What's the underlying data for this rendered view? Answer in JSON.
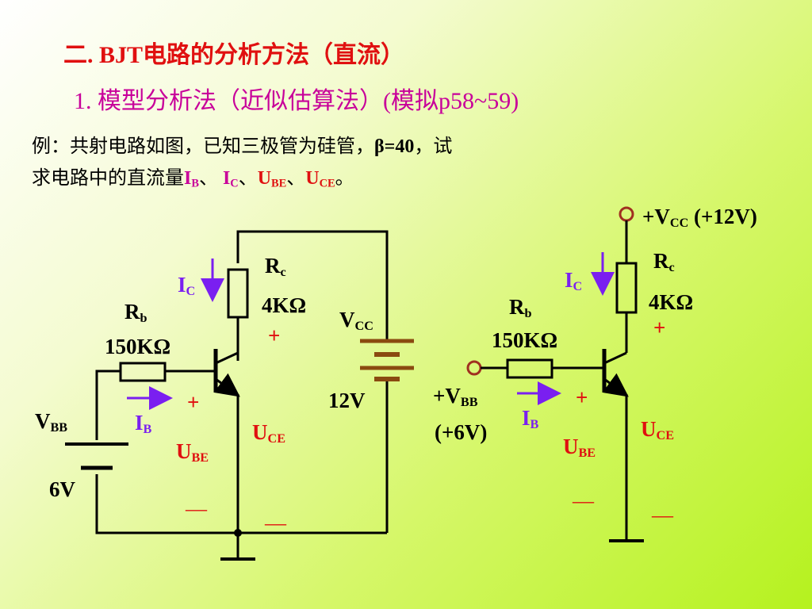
{
  "title": {
    "prefix": "二.",
    "bjt": "BJT",
    "rest": "电路的分析方法（直流）"
  },
  "subtitle": {
    "number": "1.",
    "text": "模型分析法（近似估算法）",
    "ref": "(模拟p58~59)"
  },
  "example": {
    "line1": "例：共射电路如图，已知三极管为硅管，",
    "beta": "β=40",
    "line1_end": "，试",
    "line2": "求电路中的直流量",
    "ib_main": "I",
    "ib_sub": "B",
    "sep1": "、",
    "ic_main": "I",
    "ic_sub": "C",
    "sep2": "、",
    "ube_main": "U",
    "ube_sub": "BE",
    "sep3": "、",
    "uce_main": "U",
    "uce_sub": "CE",
    "end": "。"
  },
  "left": {
    "rc_main": "R",
    "rc_sub": "c",
    "rc_val": "4KΩ",
    "ic_main": "I",
    "ic_sub": "C",
    "rb_main": "R",
    "rb_sub": "b",
    "rb_val": "150KΩ",
    "vcc_main": "V",
    "vcc_sub": "CC",
    "vcc_val": "12V",
    "vbb_main": "V",
    "vbb_sub": "BB",
    "vbb_val": "6V",
    "ib_main": "I",
    "ib_sub": "B",
    "ube_main": "U",
    "ube_sub": "BE",
    "uce_main": "U",
    "uce_sub": "CE",
    "plus": "+",
    "minus": "—"
  },
  "right": {
    "vcc_prefix": "+V",
    "vcc_sub": "CC",
    "vcc_val": "(+12V)",
    "rc_main": "R",
    "rc_sub": "c",
    "rc_val": "4KΩ",
    "ic_main": "I",
    "ic_sub": "C",
    "rb_main": "R",
    "rb_sub": "b",
    "rb_val": "150KΩ",
    "vbb_prefix": "+V",
    "vbb_sub": "BB",
    "vbb_val": "(+6V)",
    "ib_main": "I",
    "ib_sub": "B",
    "ube_main": "U",
    "ube_sub": "BE",
    "uce_main": "U",
    "uce_sub": "CE",
    "plus": "+",
    "minus": "—"
  },
  "colors": {
    "title": "#e01010",
    "subtitle": "#c8009a",
    "current": "#7a1ff0",
    "voltage": "#e01010",
    "wire": "#000000",
    "battery": "#8a4a10"
  }
}
